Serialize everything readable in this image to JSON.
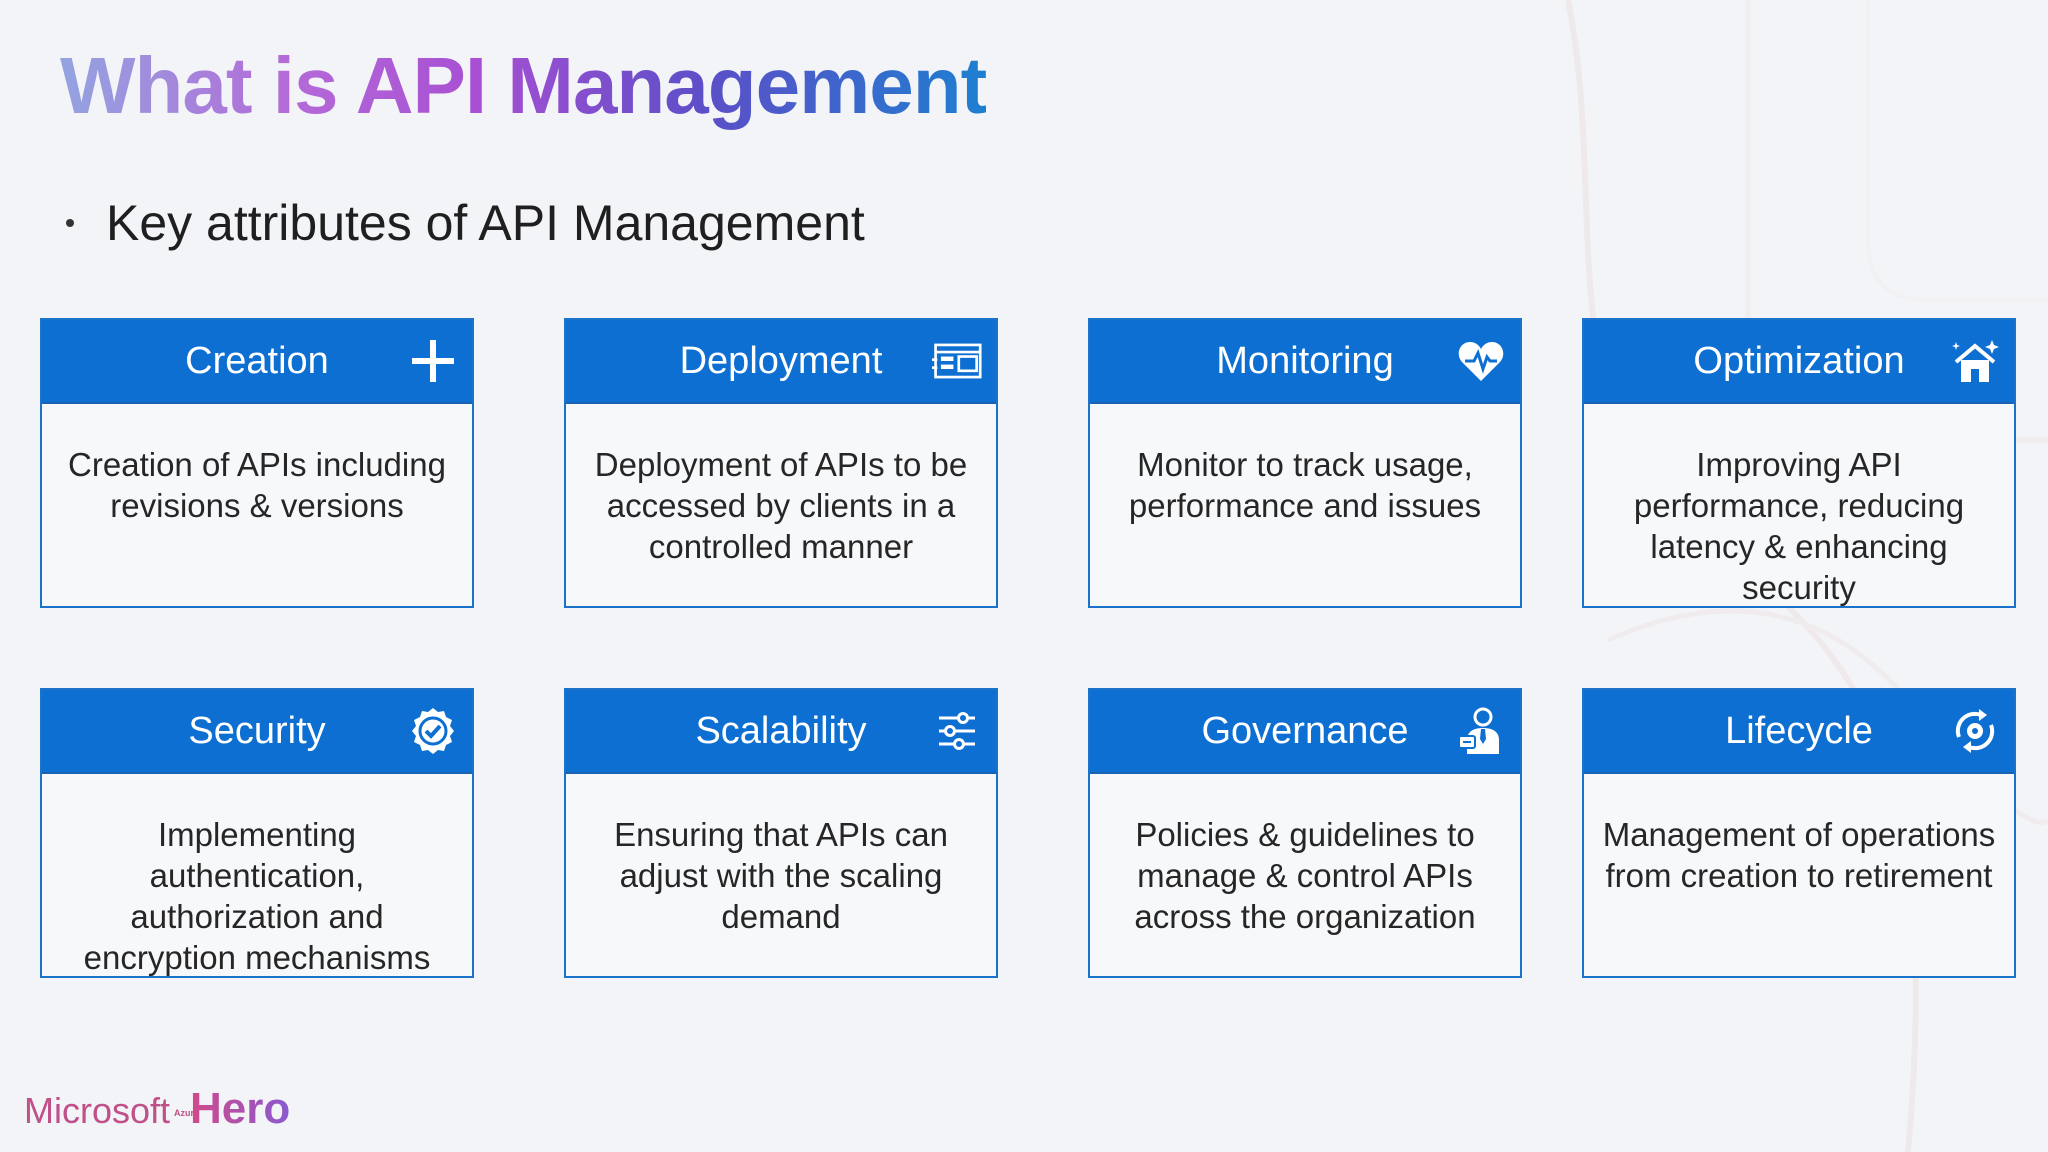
{
  "slide": {
    "title": "What is API Management",
    "bullet": "Key attributes of API Management"
  },
  "cards": [
    {
      "title": "Creation",
      "icon": "plus-icon",
      "body": "Creation of APIs including revisions & versions"
    },
    {
      "title": "Deployment",
      "icon": "deployment-window-icon",
      "body": "Deployment of APIs to be accessed by clients in a controlled manner"
    },
    {
      "title": "Monitoring",
      "icon": "heartbeat-icon",
      "body": "Monitor to track usage, performance and issues"
    },
    {
      "title": "Optimization",
      "icon": "house-sparkle-icon",
      "body": "Improving API performance, reducing latency & enhancing security"
    },
    {
      "title": "Security",
      "icon": "verified-badge-icon",
      "body": "Implementing authentication, authorization and encryption mechanisms"
    },
    {
      "title": "Scalability",
      "icon": "sliders-icon",
      "body": "Ensuring that APIs can adjust with the scaling demand"
    },
    {
      "title": "Governance",
      "icon": "person-tie-icon",
      "body": "Policies & guidelines to manage & control APIs across the organization"
    },
    {
      "title": "Lifecycle",
      "icon": "lifecycle-cycle-icon",
      "body": "Management of operations from creation to retirement"
    }
  ],
  "logo": {
    "brand": "Microsoft",
    "badge": "Azure",
    "product": "Hero"
  },
  "colors": {
    "header_blue": "#0d6fd1",
    "card_border": "#1a73c9",
    "logo_pink": "#c0508a"
  }
}
